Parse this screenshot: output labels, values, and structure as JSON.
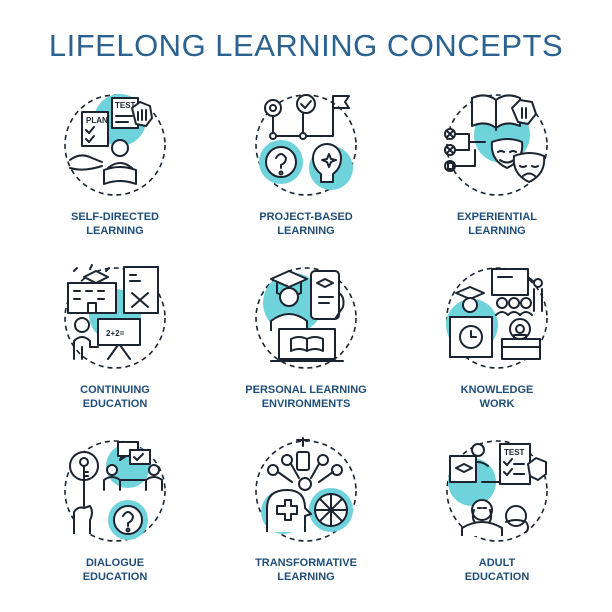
{
  "title": "LIFELONG LEARNING CONCEPTS",
  "colors": {
    "title": "#2b628f",
    "label": "#1f4e79",
    "accent": "#6fd3dc",
    "stroke": "#1b2430"
  },
  "concepts": [
    {
      "line1": "SELF-DIRECTED",
      "line2": "LEARNING",
      "icon": "self-directed-learning-icon",
      "icon_text": [
        "PLAN",
        "TEST"
      ]
    },
    {
      "line1": "PROJECT-BASED",
      "line2": "LEARNING",
      "icon": "project-based-learning-icon"
    },
    {
      "line1": "EXPERIENTIAL",
      "line2": "LEARNING",
      "icon": "experiential-learning-icon"
    },
    {
      "line1": "CONTINUING",
      "line2": "EDUCATION",
      "icon": "continuing-education-icon",
      "icon_text": [
        "2+2="
      ]
    },
    {
      "line1": "PERSONAL LEARNING",
      "line2": "ENVIRONMENTS",
      "icon": "personal-learning-environments-icon"
    },
    {
      "line1": "KNOWLEDGE",
      "line2": "WORK",
      "icon": "knowledge-work-icon"
    },
    {
      "line1": "DIALOGUE",
      "line2": "EDUCATION",
      "icon": "dialogue-education-icon"
    },
    {
      "line1": "TRANSFORMATIVE",
      "line2": "LEARNING",
      "icon": "transformative-learning-icon"
    },
    {
      "line1": "ADULT",
      "line2": "EDUCATION",
      "icon": "adult-education-icon",
      "icon_text": [
        "TEST"
      ]
    }
  ]
}
